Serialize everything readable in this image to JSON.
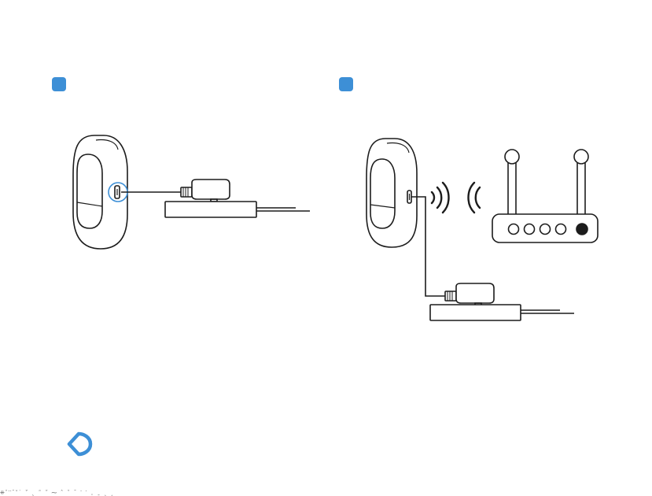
{
  "colors": {
    "accent": "#3d8fd6",
    "line": "#1c1c1c",
    "background": "#ffffff"
  },
  "steps": [
    {
      "icon": "step-1-badge",
      "highlight": "usb-port-highlight-ring"
    },
    {
      "icon": "step-2-badge"
    }
  ],
  "icons": {
    "sensor": "motion-sensor-icon",
    "charger": "power-adapter-icon",
    "router": "wifi-router-icon",
    "wifi": "wifi-signal-icon",
    "logo": "brand-logo-icon"
  },
  "footer_text": "⁜ˇˊˋˉ˘˙ ˚ ˛ ˜ ˝ ⁓ ˆ ˇ ˉ ˊ ˋ ˌ ˍ ˎ ˏ"
}
